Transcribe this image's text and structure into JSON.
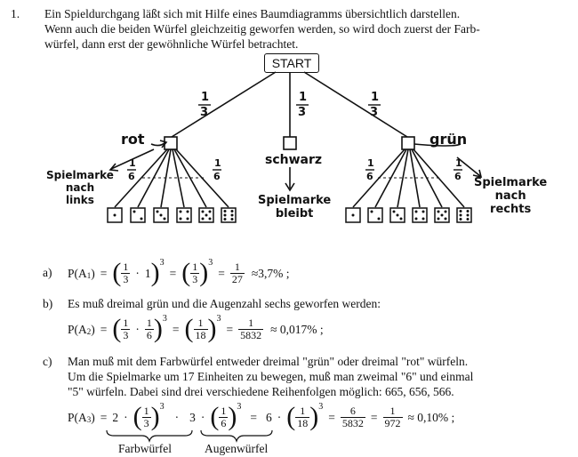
{
  "task": {
    "number": "1.",
    "lines": [
      "Ein Spieldurchgang läßt sich mit Hilfe eines Baumdiagramms übersichtlich darstellen.",
      "Wenn auch die beiden Würfel gleichzeitig geworfen werden, so wird doch zuerst der Farb-",
      "würfel, dann erst der gewöhnliche Würfel betrachtet."
    ]
  },
  "tree": {
    "root": "START",
    "branch_prob": "1",
    "branch_prob_den": "3",
    "left": {
      "color": "rot",
      "sub_prob_num": "1",
      "sub_prob_den": "6",
      "outcome": [
        "Spielmarke",
        "nach",
        "links"
      ]
    },
    "middle": {
      "color": "schwarz",
      "outcome": [
        "Spielmarke",
        "bleibt"
      ]
    },
    "right": {
      "color": "grün",
      "sub_prob_num": "1",
      "sub_prob_den": "6",
      "outcome": [
        "Spielmarke",
        "nach",
        "rechts"
      ]
    }
  },
  "parts": {
    "a": {
      "label": "a)",
      "lhs": "P(A",
      "sub": "1",
      "result": "≈3,7% ;"
    },
    "b": {
      "label": "b)",
      "text": "Es muß dreimal grün und die Augenzahl sechs geworfen werden:",
      "lhs": "P(A",
      "sub": "2",
      "result": "≈ 0,017% ;"
    },
    "c": {
      "label": "c)",
      "lines": [
        "Man muß mit dem Farbwürfel entweder dreimal \"grün\" oder dreimal \"rot\" würfeln.",
        "Um die Spielmarke um 17 Einheiten zu bewegen, muß man zweimal \"6\" und einmal",
        "\"5\" würfeln. Dabei sind drei verschiedene Reihenfolgen möglich: 665, 656, 566."
      ],
      "lhs": "P(A",
      "sub": "3",
      "result": "≈ 0,10% ;",
      "brace1": "Farbwürfel",
      "brace2": "Augenwürfel"
    }
  },
  "math": {
    "one": "1",
    "three": "3",
    "six": "6",
    "cube": "3",
    "twentyseven": "27",
    "eighteen": "18",
    "fivek": "5832",
    "sixk": "6",
    "ninesevtwo": "972",
    "two": "2",
    "dot": "·",
    "eq": "=",
    "lp": "(",
    "rp": ")",
    "close": ")"
  }
}
